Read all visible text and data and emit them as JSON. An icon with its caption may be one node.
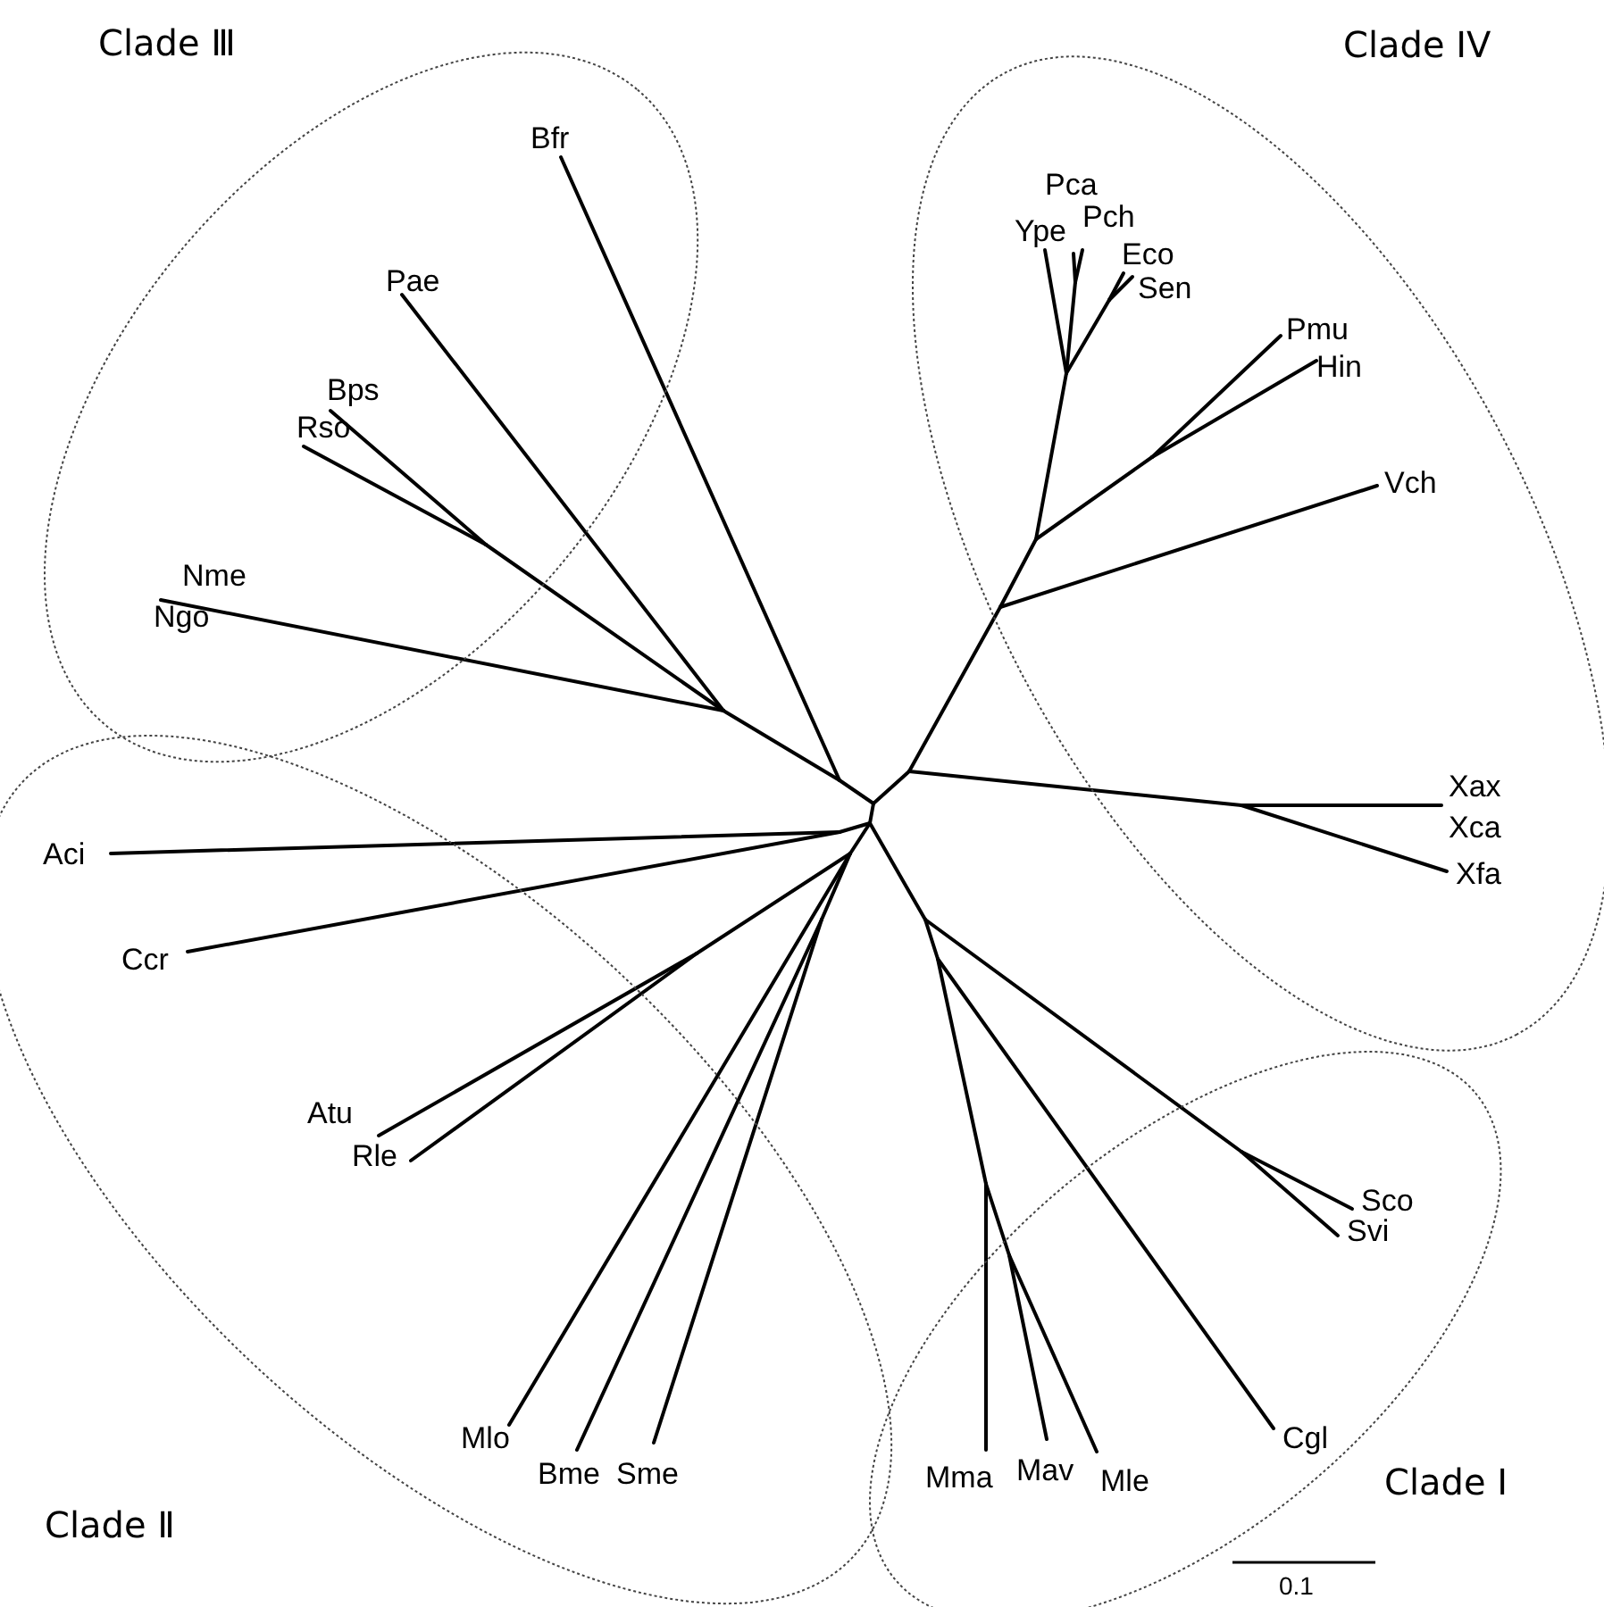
{
  "diagram": {
    "nodes": [
      {
        "text": [
          "Clade Ⅲ"
        ]
      },
      {
        "text": [
          "Clade IV"
        ]
      },
      {
        "text": [
          "Clade Ⅱ"
        ]
      },
      {
        "text": [
          "Clade I"
        ]
      }
    ],
    "labels": [
      "Bfr",
      "Pae",
      "Bps",
      "Rso",
      "Nme",
      "Ngo",
      "Ype",
      "Pca",
      "Pch",
      "Eco",
      "Sen",
      "Pmu",
      "Hin",
      "Vch",
      "Xax",
      "Xca",
      "Xfa",
      "Aci",
      "Ccr",
      "Atu",
      "Rle",
      "Mlo",
      "Bme",
      "Sme",
      "Sco",
      "Svi",
      "Cgl",
      "Mma",
      "Mav",
      "Mle",
      "0.1"
    ]
  }
}
